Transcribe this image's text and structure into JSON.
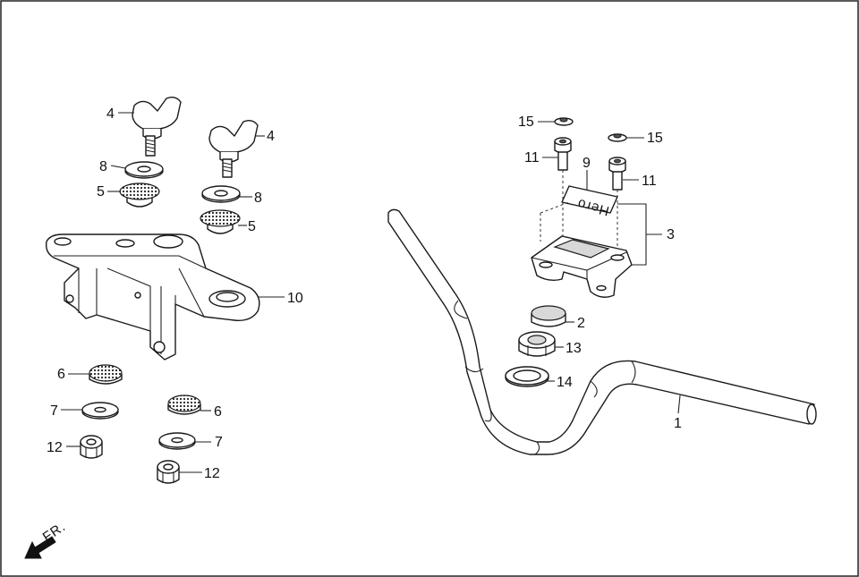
{
  "labels": {
    "p1": "1",
    "p2": "2",
    "p3": "3",
    "p4a": "4",
    "p4b": "4",
    "p5a": "5",
    "p5b": "5",
    "p6a": "6",
    "p6b": "6",
    "p7a": "7",
    "p7b": "7",
    "p8a": "8",
    "p8b": "8",
    "p9": "9",
    "p10": "10",
    "p11a": "11",
    "p11b": "11",
    "p12a": "12",
    "p12b": "12",
    "p13": "13",
    "p14": "14",
    "p15a": "15",
    "p15b": "15"
  },
  "direction": {
    "text": "FR."
  },
  "logo": {
    "text": "Hero"
  }
}
